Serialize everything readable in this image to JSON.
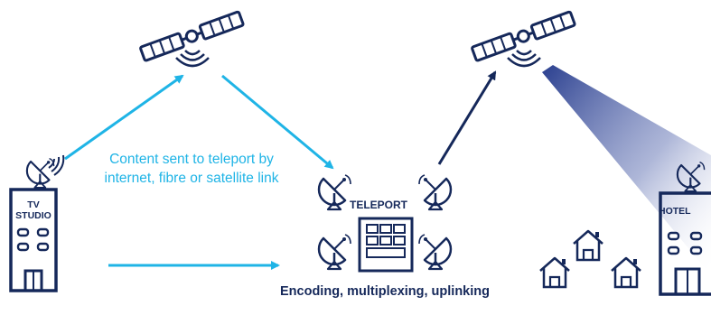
{
  "colors": {
    "navy": "#15285a",
    "cyan": "#1fb4e6",
    "beam": "#2a3f8f"
  },
  "labels": {
    "content_note": "Content sent to teleport by internet, fibre or satellite link",
    "tv_studio": "TV STUDIO",
    "teleport": "TELEPORT",
    "hotel": "HOTEL",
    "processing": "Encoding, multiplexing, uplinking"
  },
  "icons": {
    "satellite": "satellite-icon",
    "dish": "satellite-dish-icon",
    "house": "house-icon",
    "building": "building-icon"
  }
}
